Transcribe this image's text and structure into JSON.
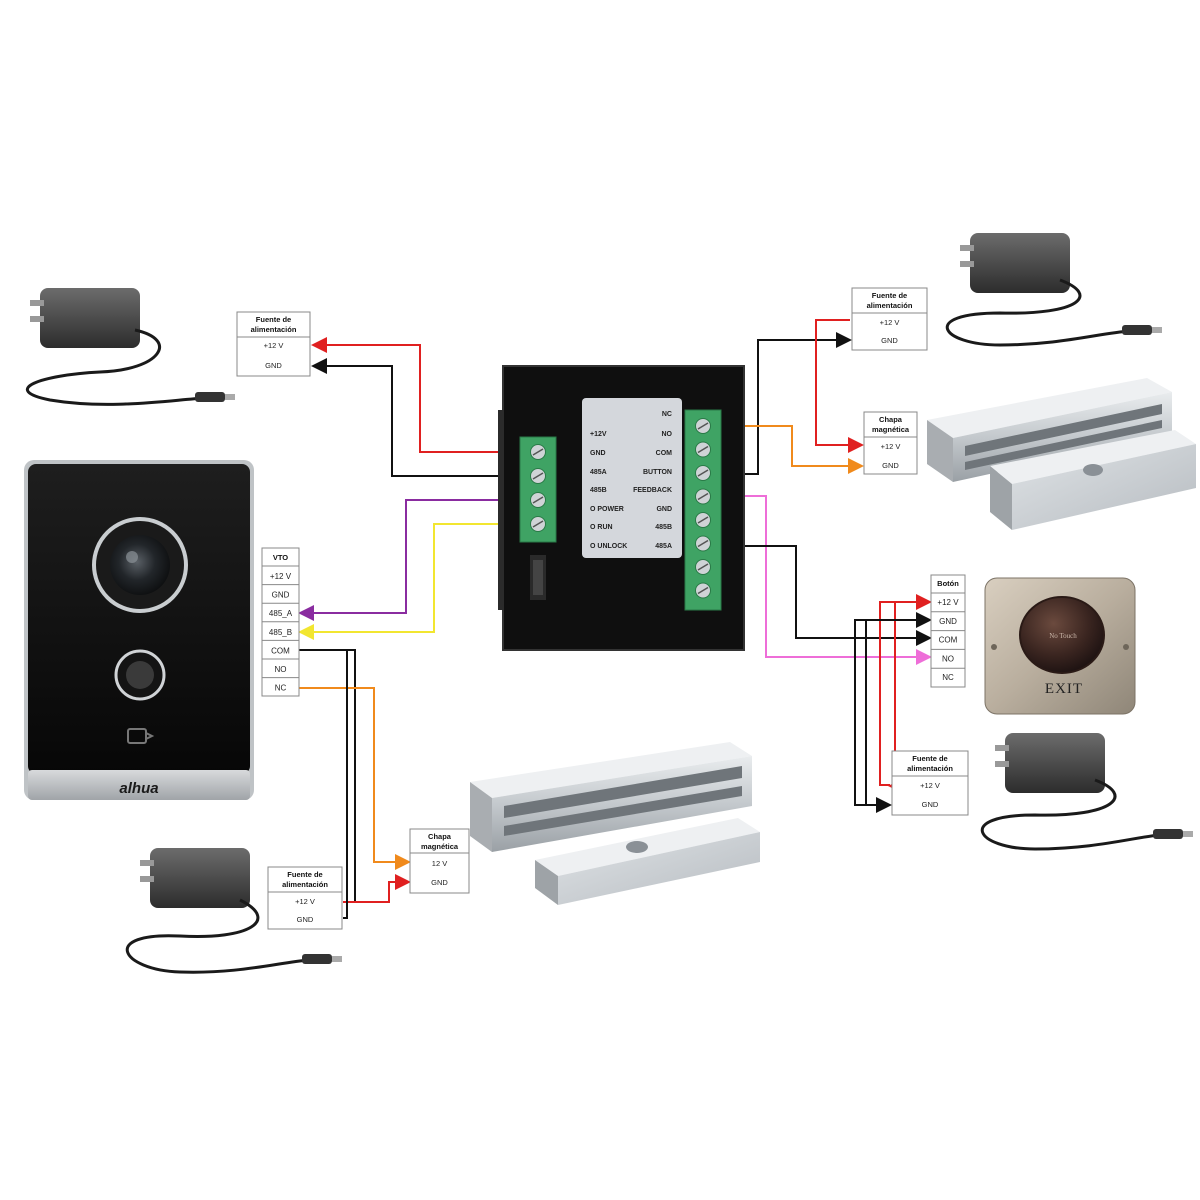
{
  "colors": {
    "power": "#e02020",
    "ground": "#111111",
    "nc": "#f08a1c",
    "rs485a": "#8a2ca0",
    "rs485b": "#f2e630",
    "feedback": "#ee6ed8"
  },
  "panels": {
    "psu_top_left": {
      "title_1": "Fuente de",
      "title_2": "alimentación",
      "row_1": "+12 V",
      "row_2": "GND"
    },
    "vto": {
      "title": "VTO",
      "rows": [
        "+12 V",
        "GND",
        "485_A",
        "485_B",
        "COM",
        "NO",
        "NC"
      ]
    },
    "psu_bottom_left": {
      "title_1": "Fuente de",
      "title_2": "alimentación",
      "row_1": "+12 V",
      "row_2": "GND"
    },
    "lock_bottom": {
      "title_1": "Chapa",
      "title_2": "magnética",
      "row_1": "12 V",
      "row_2": "GND"
    },
    "psu_top_right": {
      "title_1": "Fuente de",
      "title_2": "alimentación",
      "row_1": "+12 V",
      "row_2": "GND"
    },
    "lock_right": {
      "title_1": "Chapa",
      "title_2": "magnética",
      "row_1": "+12 V",
      "row_2": "GND"
    },
    "button": {
      "title": "Botón",
      "rows": [
        "+12 V",
        "GND",
        "COM",
        "NO",
        "NC"
      ]
    },
    "psu_bottom_right": {
      "title_1": "Fuente de",
      "title_2": "alimentación",
      "row_1": "+12 V",
      "row_2": "GND"
    }
  },
  "module": {
    "left_labels": [
      "+12V",
      "GND",
      "485A",
      "485B",
      "O POWER",
      "O RUN",
      "O UNLOCK"
    ],
    "right_labels": [
      "NC",
      "NO",
      "COM",
      "BUTTON",
      "FEEDBACK",
      "GND",
      "485B",
      "485A"
    ]
  },
  "devices": {
    "doorbell_brand": "alhua",
    "exit_button_text": "EXIT",
    "exit_button_touch": "No Touch"
  }
}
